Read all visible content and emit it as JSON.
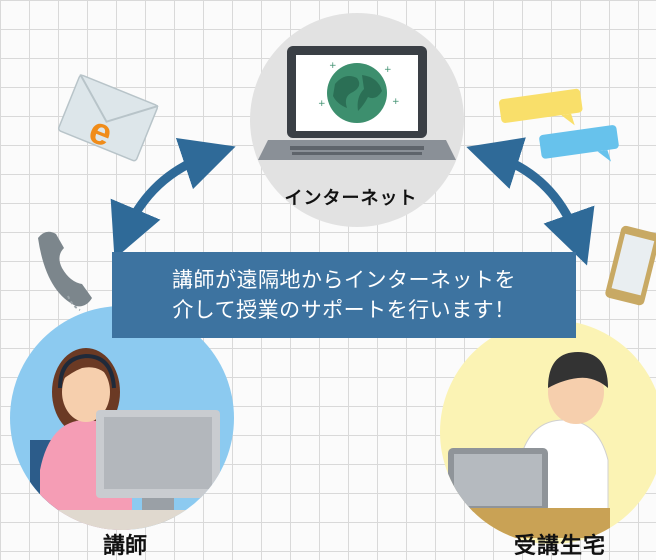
{
  "internet_label": "インターネット",
  "banner": {
    "line1": "講師が遠隔地からインターネットを",
    "line2": "介して授業のサポートを行います！"
  },
  "instructor_label": "講師",
  "student_label": "受講生宅",
  "email_glyph": "e",
  "colors": {
    "banner": "#3d73a0",
    "arrow": "#2f6a98",
    "circle_top": "#e2e2e2",
    "circle_left": "#8ccaf0",
    "circle_right": "#fbf3b4",
    "bubble_yellow": "#f9df6a",
    "bubble_blue": "#67c2ec",
    "email_e": "#f08c1a"
  }
}
